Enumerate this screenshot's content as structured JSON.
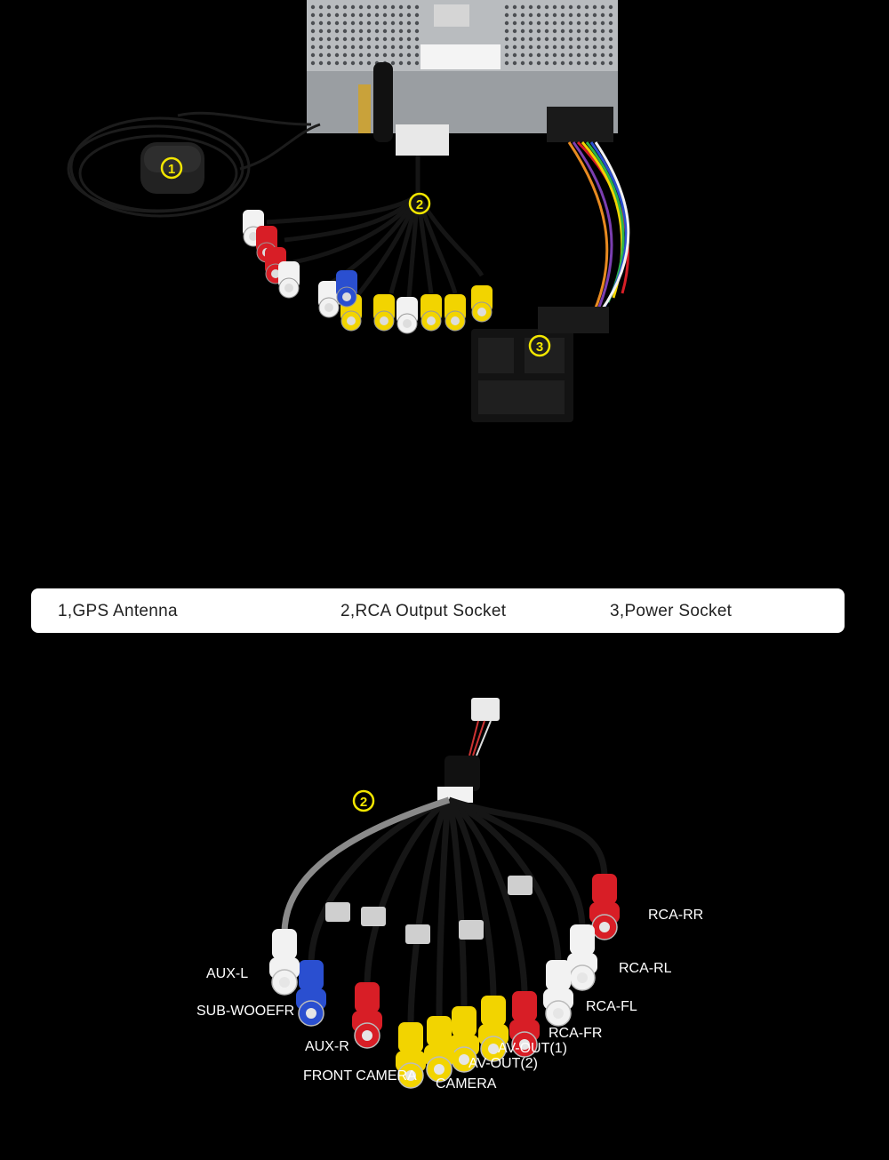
{
  "photo": {
    "markers": [
      "1",
      "2",
      "3"
    ],
    "colors": {
      "marker": "#f2e600",
      "red": "#d81e26",
      "yellow": "#f2d400",
      "white": "#f2f2f2",
      "blue": "#2a4fd0"
    }
  },
  "captions": {
    "gps": "1,GPS Antenna",
    "rca": "2,RCA Output Socket",
    "power": "3,Power Socket"
  },
  "harness": {
    "marker": "2",
    "labels": {
      "rca_rr": "RCA-RR",
      "rca_rl": "RCA-RL",
      "rca_fl": "RCA-FL",
      "rca_fr": "RCA-FR",
      "aux_l": "AUX-L",
      "sub_woofer": "SUB-WOOEFR",
      "aux_r": "AUX-R",
      "av_out_1": "AV-OUT(1)",
      "av_out_2": "AV-OUT(2)",
      "front_camera": "FRONT CAMERA",
      "camera": "CAMERA"
    }
  }
}
